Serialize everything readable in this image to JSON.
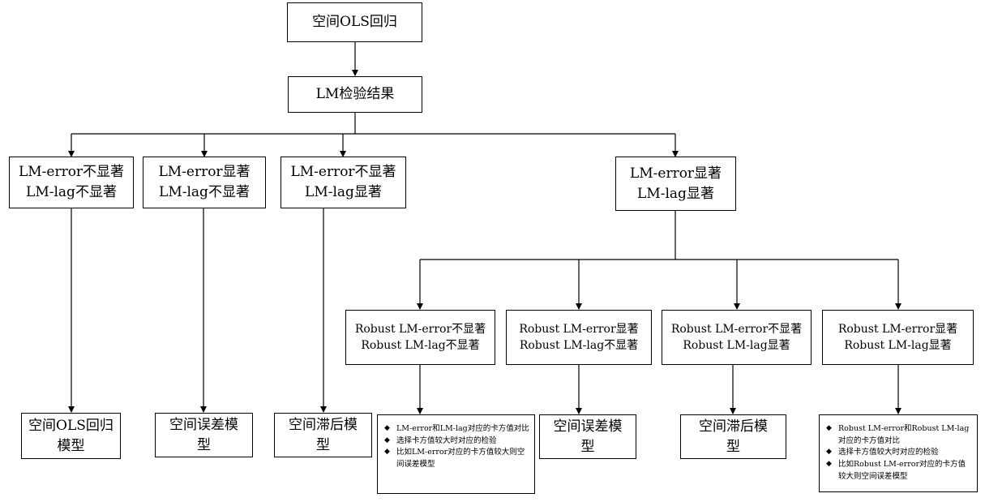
{
  "root": {
    "label": "空间OLS回归"
  },
  "lm_test": {
    "label": "LM检验结果"
  },
  "cases": [
    {
      "line1": "LM-error不显著",
      "line2": "LM-lag不显著",
      "result": "空间OLS回归模型"
    },
    {
      "line1": "LM-error显著",
      "line2": "LM-lag不显著",
      "result": "空间误差模型"
    },
    {
      "line1": "LM-error不显著",
      "line2": "LM-lag显著",
      "result": "空间滞后模型"
    },
    {
      "line1": "LM-error显著",
      "line2": "LM-lag显著"
    }
  ],
  "robust_cases": [
    {
      "line1": "Robust LM-error不显著",
      "line2": "Robust LM-lag不显著",
      "notes": [
        "LM-error和LM-lag对应的卡方值对比",
        "选择卡方值较大时对应的检验",
        "比如LM-error对应的卡方值较大则空间误差模型"
      ]
    },
    {
      "line1": "Robust LM-error显著",
      "line2": "Robust LM-lag不显著",
      "result": "空间误差模型"
    },
    {
      "line1": "Robust LM-error不显著",
      "line2": "Robust LM-lag显著",
      "result": "空间滞后模型"
    },
    {
      "line1": "Robust LM-error显著",
      "line2": "Robust LM-lag显著",
      "notes": [
        "Robust LM-error和Robust LM-lag对应的卡方值对比",
        "选择卡方值较大时对应的检验",
        "比如Robust LM-error对应的卡方值较大则空间误差模型"
      ]
    }
  ],
  "icons": {
    "bullet": "diamond-bullet-icon"
  }
}
